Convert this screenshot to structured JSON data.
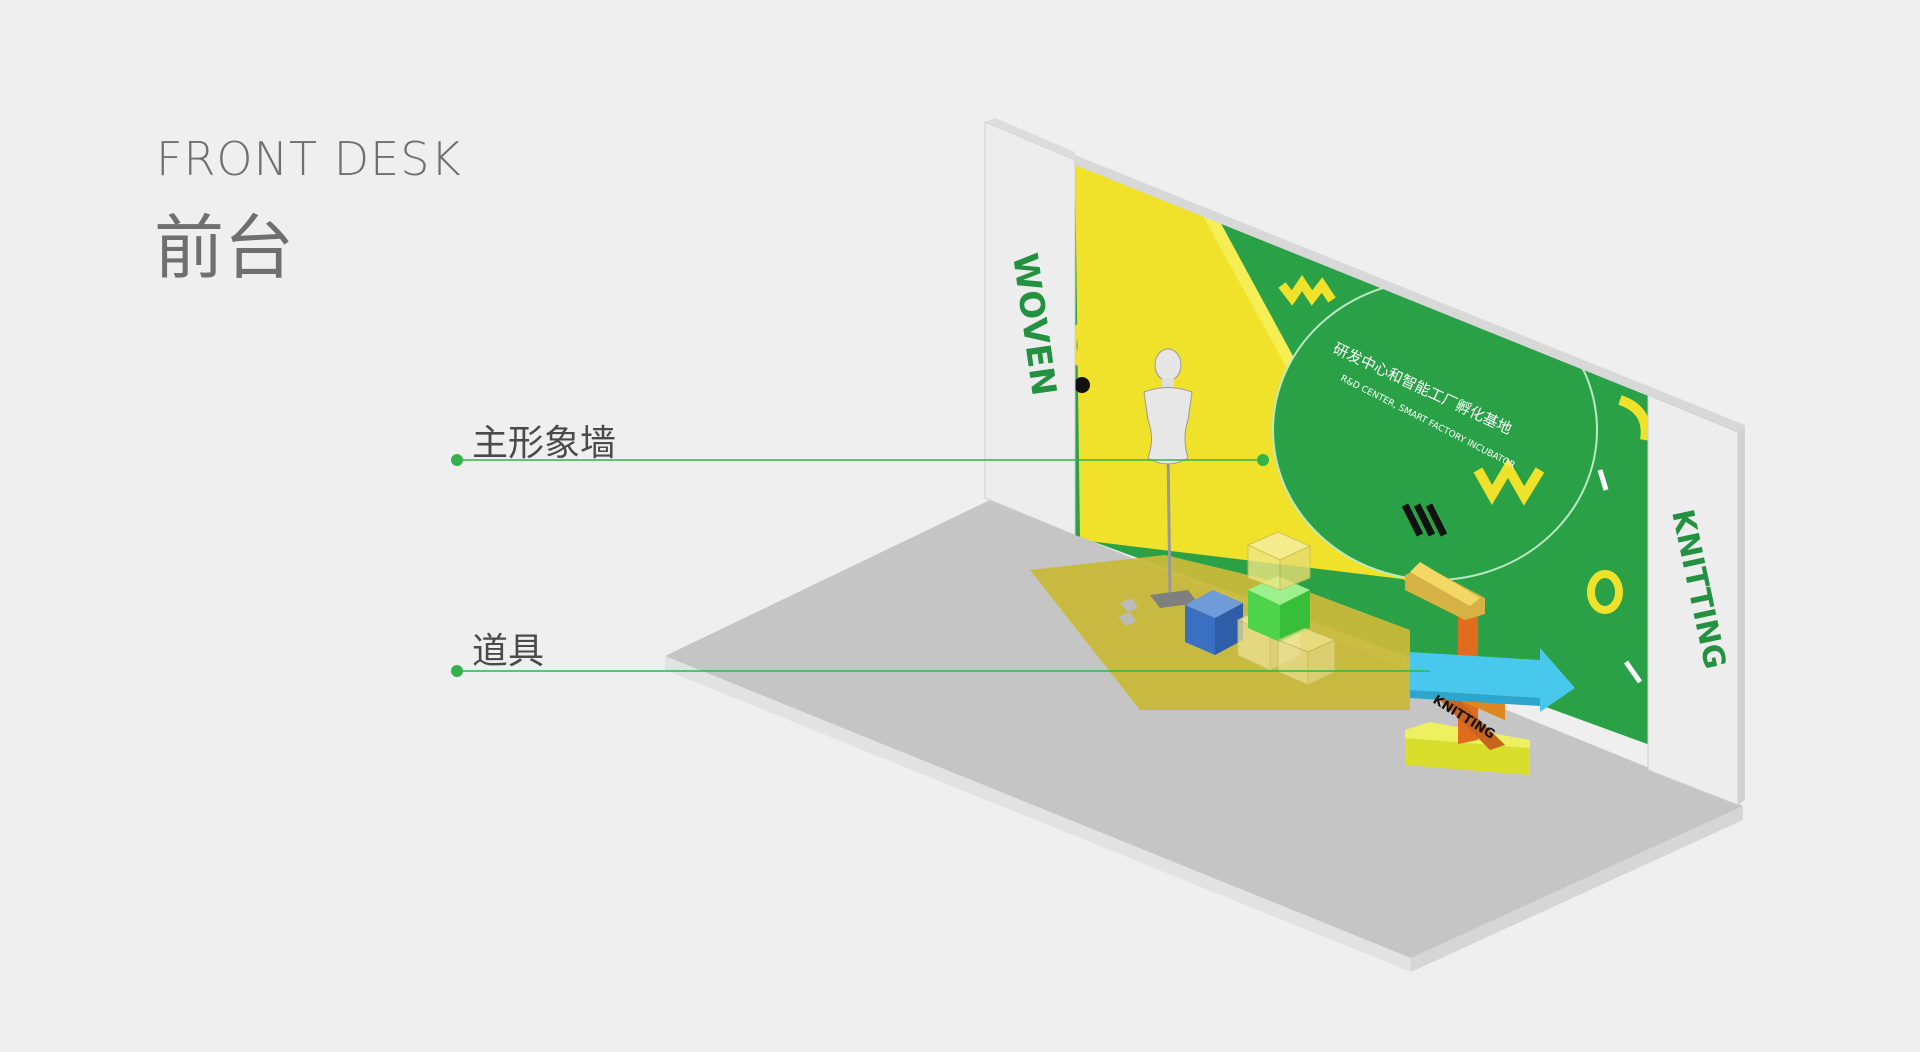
{
  "title": {
    "en": "FRONT DESK",
    "cn": "前台"
  },
  "annotations": [
    {
      "label": "主形象墙"
    },
    {
      "label": "道具"
    }
  ],
  "wall": {
    "left_panel_text": "WOVEN",
    "right_panel_text": "KNITTING",
    "circle_text_cn": "研发中心和智能工厂孵化基地",
    "circle_text_en": "R&D CENTER, SMART FACTORY INCUBATOR",
    "sign_text": "KNITTING"
  },
  "colors": {
    "background": "#efeff0",
    "wall_green": "#2aa147",
    "wall_yellow": "#f0e12a",
    "floor": "#c5c5c5",
    "leader_line": "#34b24a",
    "panel": "#ededed",
    "text_gray": "#6f6f6f"
  }
}
